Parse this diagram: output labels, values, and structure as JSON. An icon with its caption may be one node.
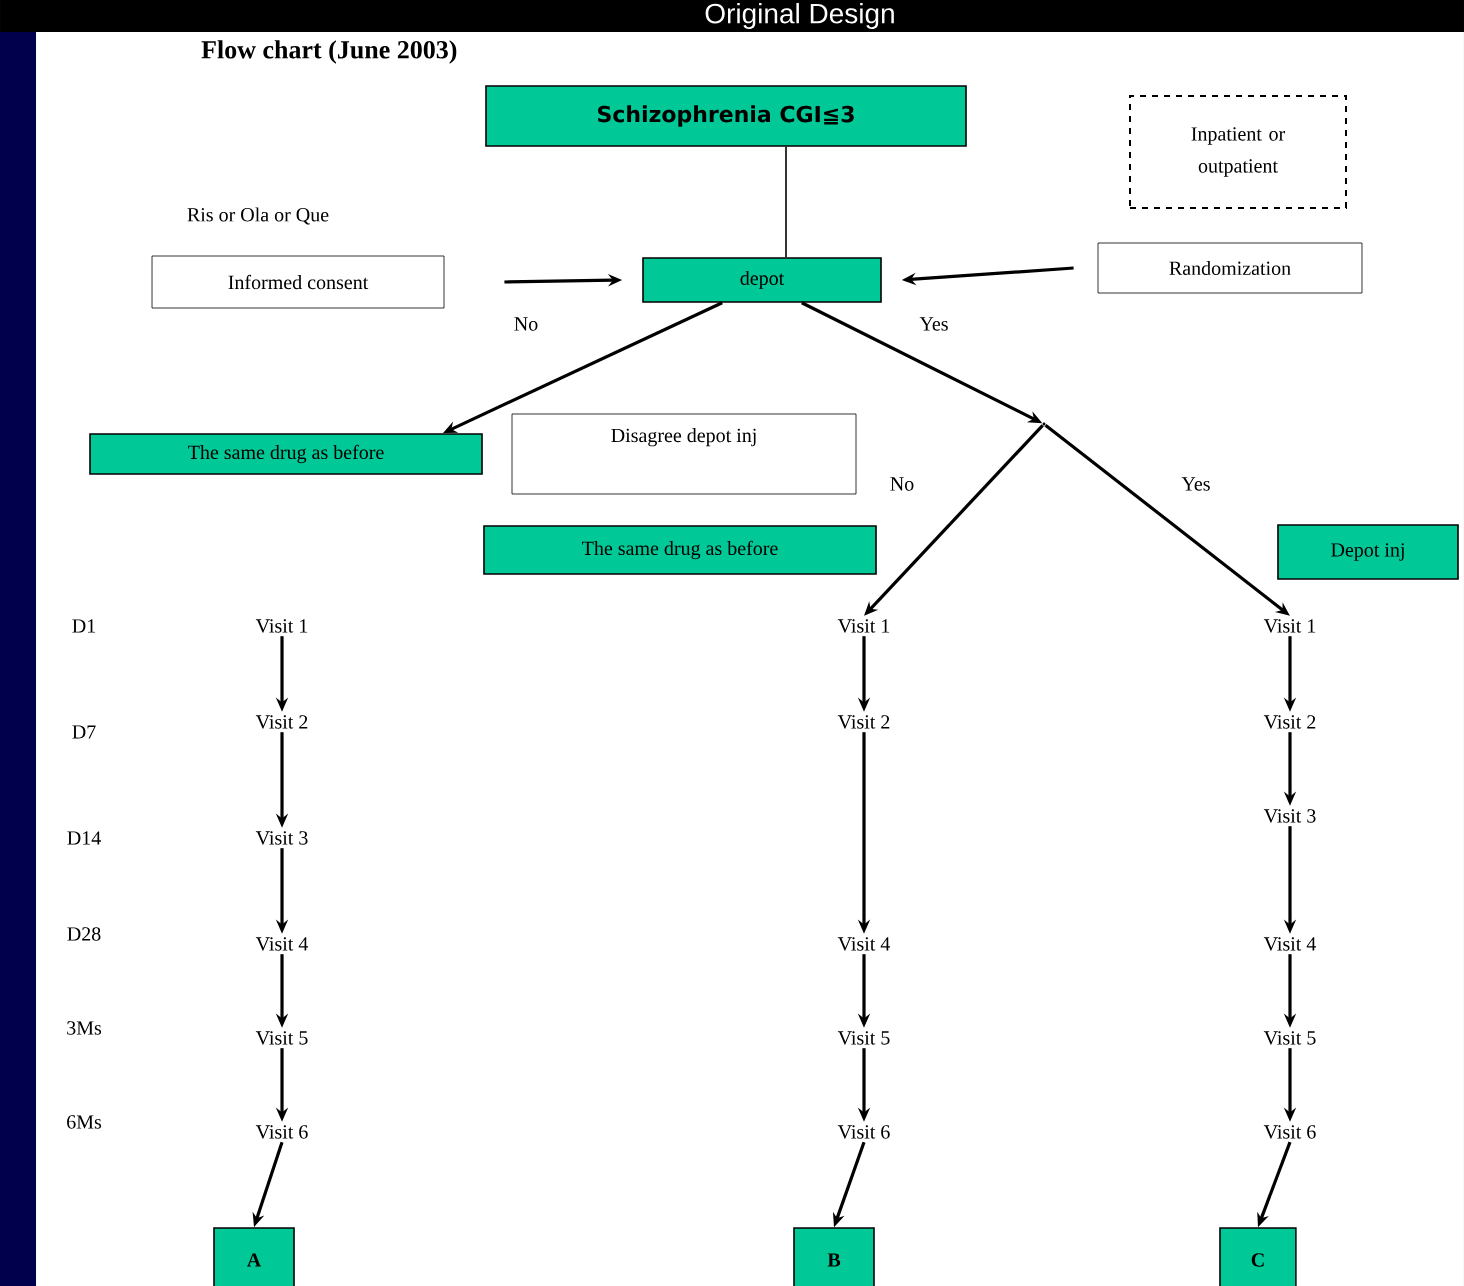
{
  "diagram": {
    "title": "Original Design",
    "nodes": [
      {
        "text": [
          "Schizophrenia CGI≦3"
        ]
      },
      {
        "text": [
          "Inpatient or outpatient"
        ]
      },
      {
        "text": [
          "Informed consent"
        ]
      },
      {
        "text": [
          "depot"
        ]
      },
      {
        "text": [
          "Randomization"
        ]
      },
      {
        "text": [
          "The same drug as before"
        ]
      },
      {
        "text": [
          "Disagree depot inj"
        ]
      },
      {
        "text": [],
        "shape": "point"
      },
      {
        "text": [
          "The same drug as before"
        ]
      },
      {
        "text": [
          "Depot inj"
        ]
      },
      {
        "text": [
          "Visit 1"
        ]
      },
      {
        "text": [
          "Visit 2"
        ]
      },
      {
        "text": [
          "Visit 3"
        ]
      },
      {
        "text": [
          "Visit 4"
        ]
      },
      {
        "text": [
          "Visit 5"
        ]
      },
      {
        "text": [
          "Visit 6"
        ]
      },
      {
        "text": [
          "Visit 1"
        ]
      },
      {
        "text": [
          "Visit 2"
        ]
      },
      {
        "text": [
          "Visit 4"
        ]
      },
      {
        "text": [
          "Visit 5"
        ]
      },
      {
        "text": [
          "Visit 6"
        ]
      },
      {
        "text": [
          "Visit 1"
        ]
      },
      {
        "text": [
          "Visit 2"
        ]
      },
      {
        "text": [
          "Visit 3"
        ]
      },
      {
        "text": [
          "Visit 4"
        ]
      },
      {
        "text": [
          "Visit 5"
        ]
      },
      {
        "text": [
          "Visit 6"
        ]
      },
      {
        "text": [
          "A"
        ]
      },
      {
        "text": [
          "B"
        ]
      },
      {
        "text": [
          "C"
        ]
      }
    ],
    "edges": [
      {
        "from": 0,
        "to": 3,
        "arrow": "none"
      },
      {
        "from": 2,
        "to": 3,
        "arrow": "to"
      },
      {
        "from": 4,
        "to": 3,
        "arrow": "to"
      },
      {
        "from": 3,
        "to": 5,
        "arrow": "to",
        "label": "No"
      },
      {
        "from": 3,
        "to": 7,
        "arrow": "to",
        "label": "Yes"
      },
      {
        "from": 7,
        "to": 16,
        "arrow": "to",
        "label": "No"
      },
      {
        "from": 7,
        "to": 21,
        "arrow": "to",
        "label": "Yes"
      },
      {
        "from": 10,
        "to": 11,
        "arrow": "to"
      },
      {
        "from": 11,
        "to": 12,
        "arrow": "to"
      },
      {
        "from": 12,
        "to": 13,
        "arrow": "to"
      },
      {
        "from": 13,
        "to": 14,
        "arrow": "to"
      },
      {
        "from": 14,
        "to": 15,
        "arrow": "to"
      },
      {
        "from": 15,
        "to": 27,
        "arrow": "to"
      },
      {
        "from": 16,
        "to": 17,
        "arrow": "to"
      },
      {
        "from": 17,
        "to": 18,
        "arrow": "to"
      },
      {
        "from": 18,
        "to": 19,
        "arrow": "to"
      },
      {
        "from": 19,
        "to": 20,
        "arrow": "to"
      },
      {
        "from": 20,
        "to": 28,
        "arrow": "to"
      },
      {
        "from": 21,
        "to": 22,
        "arrow": "to"
      },
      {
        "from": 22,
        "to": 23,
        "arrow": "to"
      },
      {
        "from": 23,
        "to": 24,
        "arrow": "to"
      },
      {
        "from": 24,
        "to": 25,
        "arrow": "to"
      },
      {
        "from": 25,
        "to": 26,
        "arrow": "to"
      },
      {
        "from": 26,
        "to": 29,
        "arrow": "to"
      }
    ],
    "labels": [
      "Flow chart (June 2003)",
      "Ris or Ola or Que",
      "D1",
      "D7",
      "D14",
      "D28",
      "3Ms",
      "6Ms"
    ]
  }
}
